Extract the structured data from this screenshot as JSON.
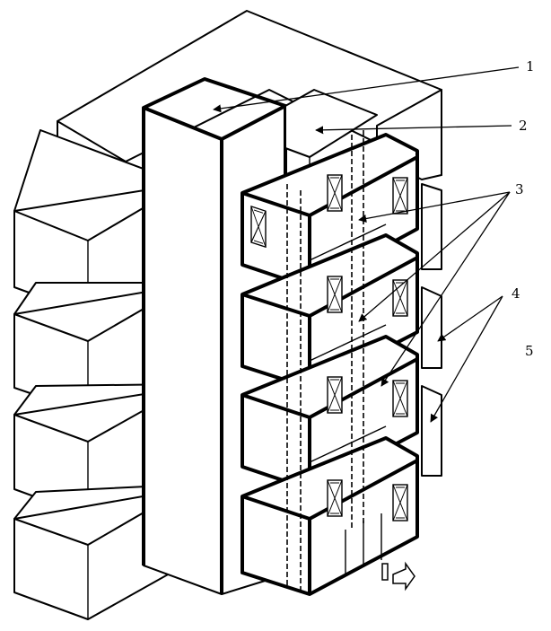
{
  "labels": [
    {
      "id": "1",
      "text": "1"
    },
    {
      "id": "2",
      "text": "2"
    },
    {
      "id": "3",
      "text": "3"
    },
    {
      "id": "4",
      "text": "4"
    },
    {
      "id": "5",
      "text": "5"
    }
  ]
}
